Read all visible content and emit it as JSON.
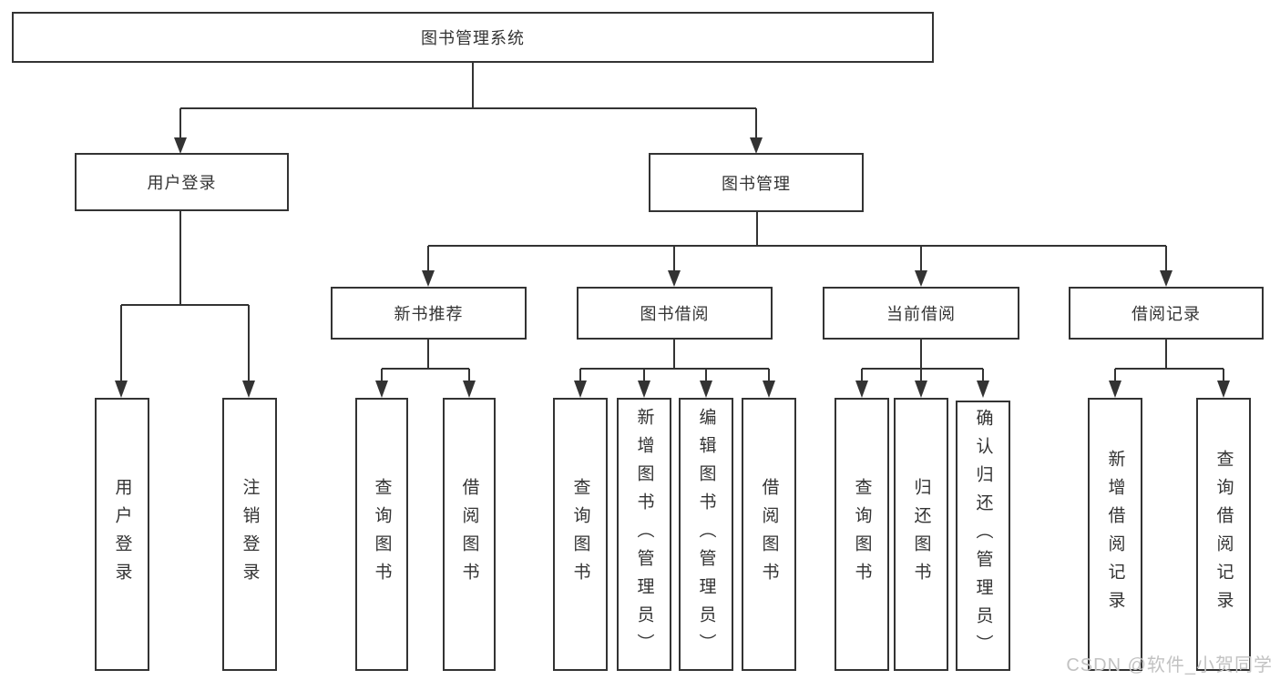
{
  "diagram": {
    "title": "图书管理系统",
    "type": "hierarchy-tree",
    "colors": {
      "line": "#333333",
      "box_border": "#333333",
      "box_background": "#ffffff",
      "text": "#333333",
      "watermark": "#c2c2c2",
      "page_background": "#ffffff"
    },
    "tree": {
      "root": {
        "label": "图书管理系统"
      },
      "branches": [
        {
          "label": "用户登录",
          "children": [
            {
              "label": "用户登录"
            },
            {
              "label": "注销登录"
            }
          ]
        },
        {
          "label": "图书管理",
          "children": [
            {
              "label": "新书推荐",
              "children": [
                {
                  "label": "查询图书"
                },
                {
                  "label": "借阅图书"
                }
              ]
            },
            {
              "label": "图书借阅",
              "children": [
                {
                  "label": "查询图书"
                },
                {
                  "label": "新增图书（管理员）"
                },
                {
                  "label": "编辑图书（管理员）"
                },
                {
                  "label": "借阅图书"
                }
              ]
            },
            {
              "label": "当前借阅",
              "children": [
                {
                  "label": "查询图书"
                },
                {
                  "label": "归还图书"
                },
                {
                  "label": "确认归还（管理员）"
                }
              ]
            },
            {
              "label": "借阅记录",
              "children": [
                {
                  "label": "新增借阅记录"
                },
                {
                  "label": "查询借阅记录"
                }
              ]
            }
          ]
        }
      ]
    },
    "watermark": {
      "text": "CSDN @软件_小贺同学"
    }
  }
}
